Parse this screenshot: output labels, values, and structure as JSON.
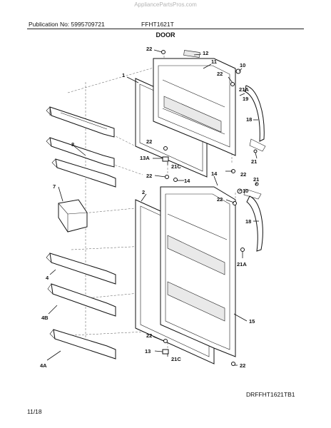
{
  "header": {
    "watermark": "AppliancePartsPros.com",
    "publication": "Publication No: 5995709721",
    "model": "FFHT1621T",
    "section_title": "DOOR"
  },
  "footer": {
    "drawing_code": "DRFFHT1621TB1",
    "page": "11/18"
  },
  "callouts": {
    "c22_top_a": "22",
    "c12": "12",
    "c1": "1",
    "c11": "11",
    "c22_top_b": "22",
    "c10_top": "10",
    "c21A_top": "21A",
    "c19": "19",
    "c8": "8",
    "c18_top": "18",
    "c22_top_c": "22",
    "c21_top": "21",
    "c13A": "13A",
    "c21C_top": "21C",
    "c14_a": "14",
    "c22_mid_a": "22",
    "c22_mid_b": "22",
    "c14_b": "14",
    "c21_mid": "21",
    "c10_mid": "10",
    "c7": "7",
    "c2": "2",
    "c22_mid_c": "22",
    "c18_bot": "18",
    "c4": "4",
    "c21A_bot": "21A",
    "c4B": "4B",
    "c15": "15",
    "c22_bot_a": "22",
    "c13": "13",
    "c21C_bot": "21C",
    "c4A": "4A",
    "c22_bot_b": "22"
  }
}
